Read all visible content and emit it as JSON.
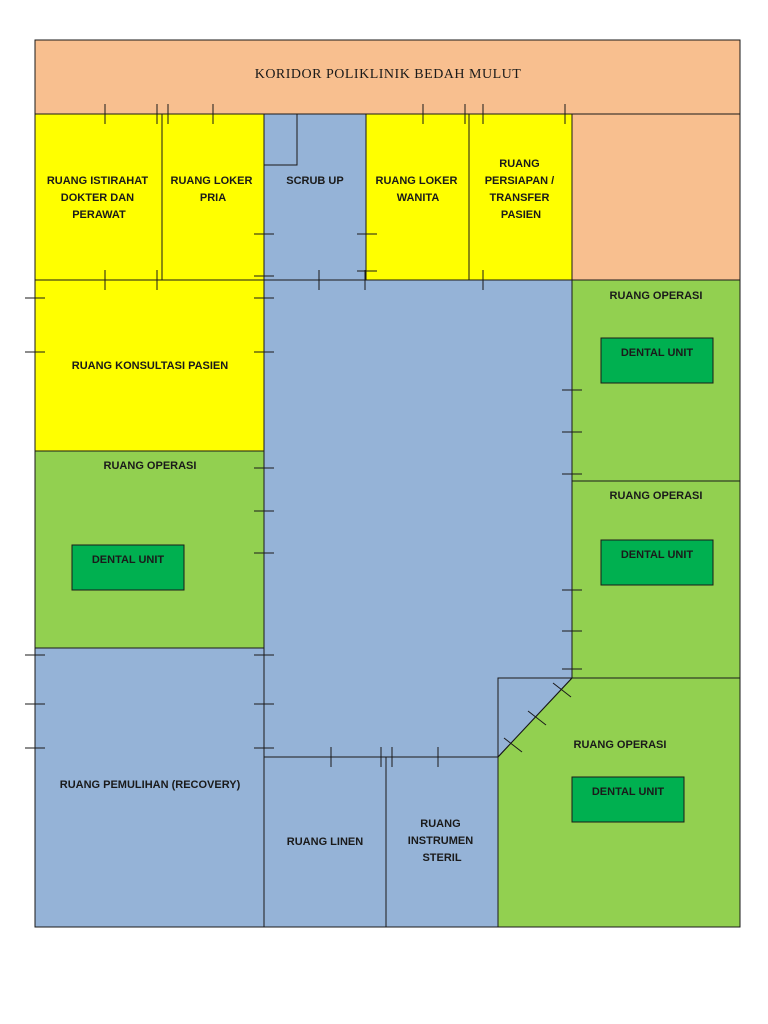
{
  "corridor": {
    "title": "KORIDOR POLIKLINIK BEDAH MULUT"
  },
  "rooms": {
    "istirahat": [
      "RUANG ISTIRAHAT",
      "DOKTER DAN",
      "PERAWAT"
    ],
    "loker_pria": [
      "RUANG LOKER",
      "PRIA"
    ],
    "scrub_up": [
      "SCRUB UP"
    ],
    "loker_wanita": [
      "RUANG LOKER",
      "WANITA"
    ],
    "persiapan": [
      "RUANG",
      "PERSIAPAN /",
      "TRANSFER",
      "PASIEN"
    ],
    "konsultasi": [
      "RUANG KONSULTASI PASIEN"
    ],
    "operasi_left": [
      "RUANG OPERASI"
    ],
    "operasi_right_top": [
      "RUANG OPERASI"
    ],
    "operasi_right_mid": [
      "RUANG OPERASI"
    ],
    "operasi_right_bottom": [
      "RUANG OPERASI"
    ],
    "pemulihan": [
      "RUANG PEMULIHAN (RECOVERY)"
    ],
    "linen": [
      "RUANG LINEN"
    ],
    "instrumen": [
      "RUANG",
      "INSTRUMEN",
      "STERIL"
    ]
  },
  "dental_unit_label": "DENTAL UNIT",
  "colors": {
    "corridor": "#f8bf8f",
    "yellow": "#ffff00",
    "green": "#92d050",
    "blue": "#95b3d7",
    "dental_unit": "#00b050"
  }
}
